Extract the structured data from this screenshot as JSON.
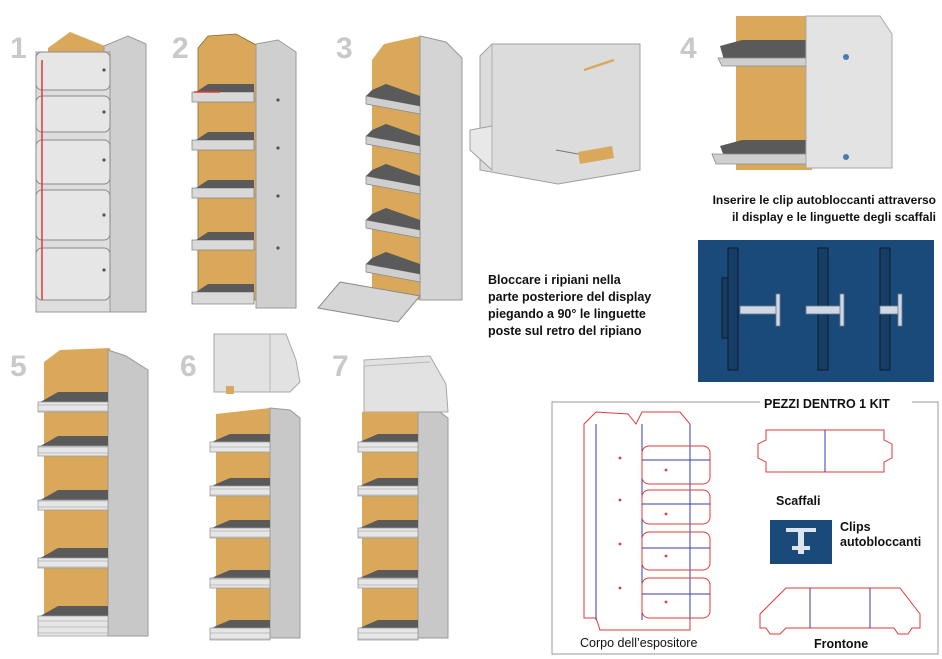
{
  "steps": [
    "1",
    "2",
    "3",
    "4",
    "5",
    "6",
    "7"
  ],
  "instructions": {
    "clip": [
      "Inserire le clip autobloccanti attraverso",
      "il display e le linguette degli scaffali"
    ],
    "shelves": [
      "Bloccare i ripiani nella",
      "parte posteriore del display",
      "piegando a 90° le linguette",
      "poste sul retro del ripiano"
    ]
  },
  "kit": {
    "title": "PEZZI DENTRO 1 KIT",
    "scaffali": "Scaffali",
    "clips": [
      "Clips",
      "autobloccanti"
    ],
    "corpo": "Corpo dell’espositore",
    "frontone": "Frontone"
  },
  "colors": {
    "panel": "#dcdcdc",
    "panel_dark": "#c8c8c8",
    "cardboard": "#d9a85a",
    "shelf": "#5a5a5a",
    "blue": "#1a4a7a",
    "cut_red": "#e03a3a",
    "fold_blue": "#3a3ab0"
  }
}
